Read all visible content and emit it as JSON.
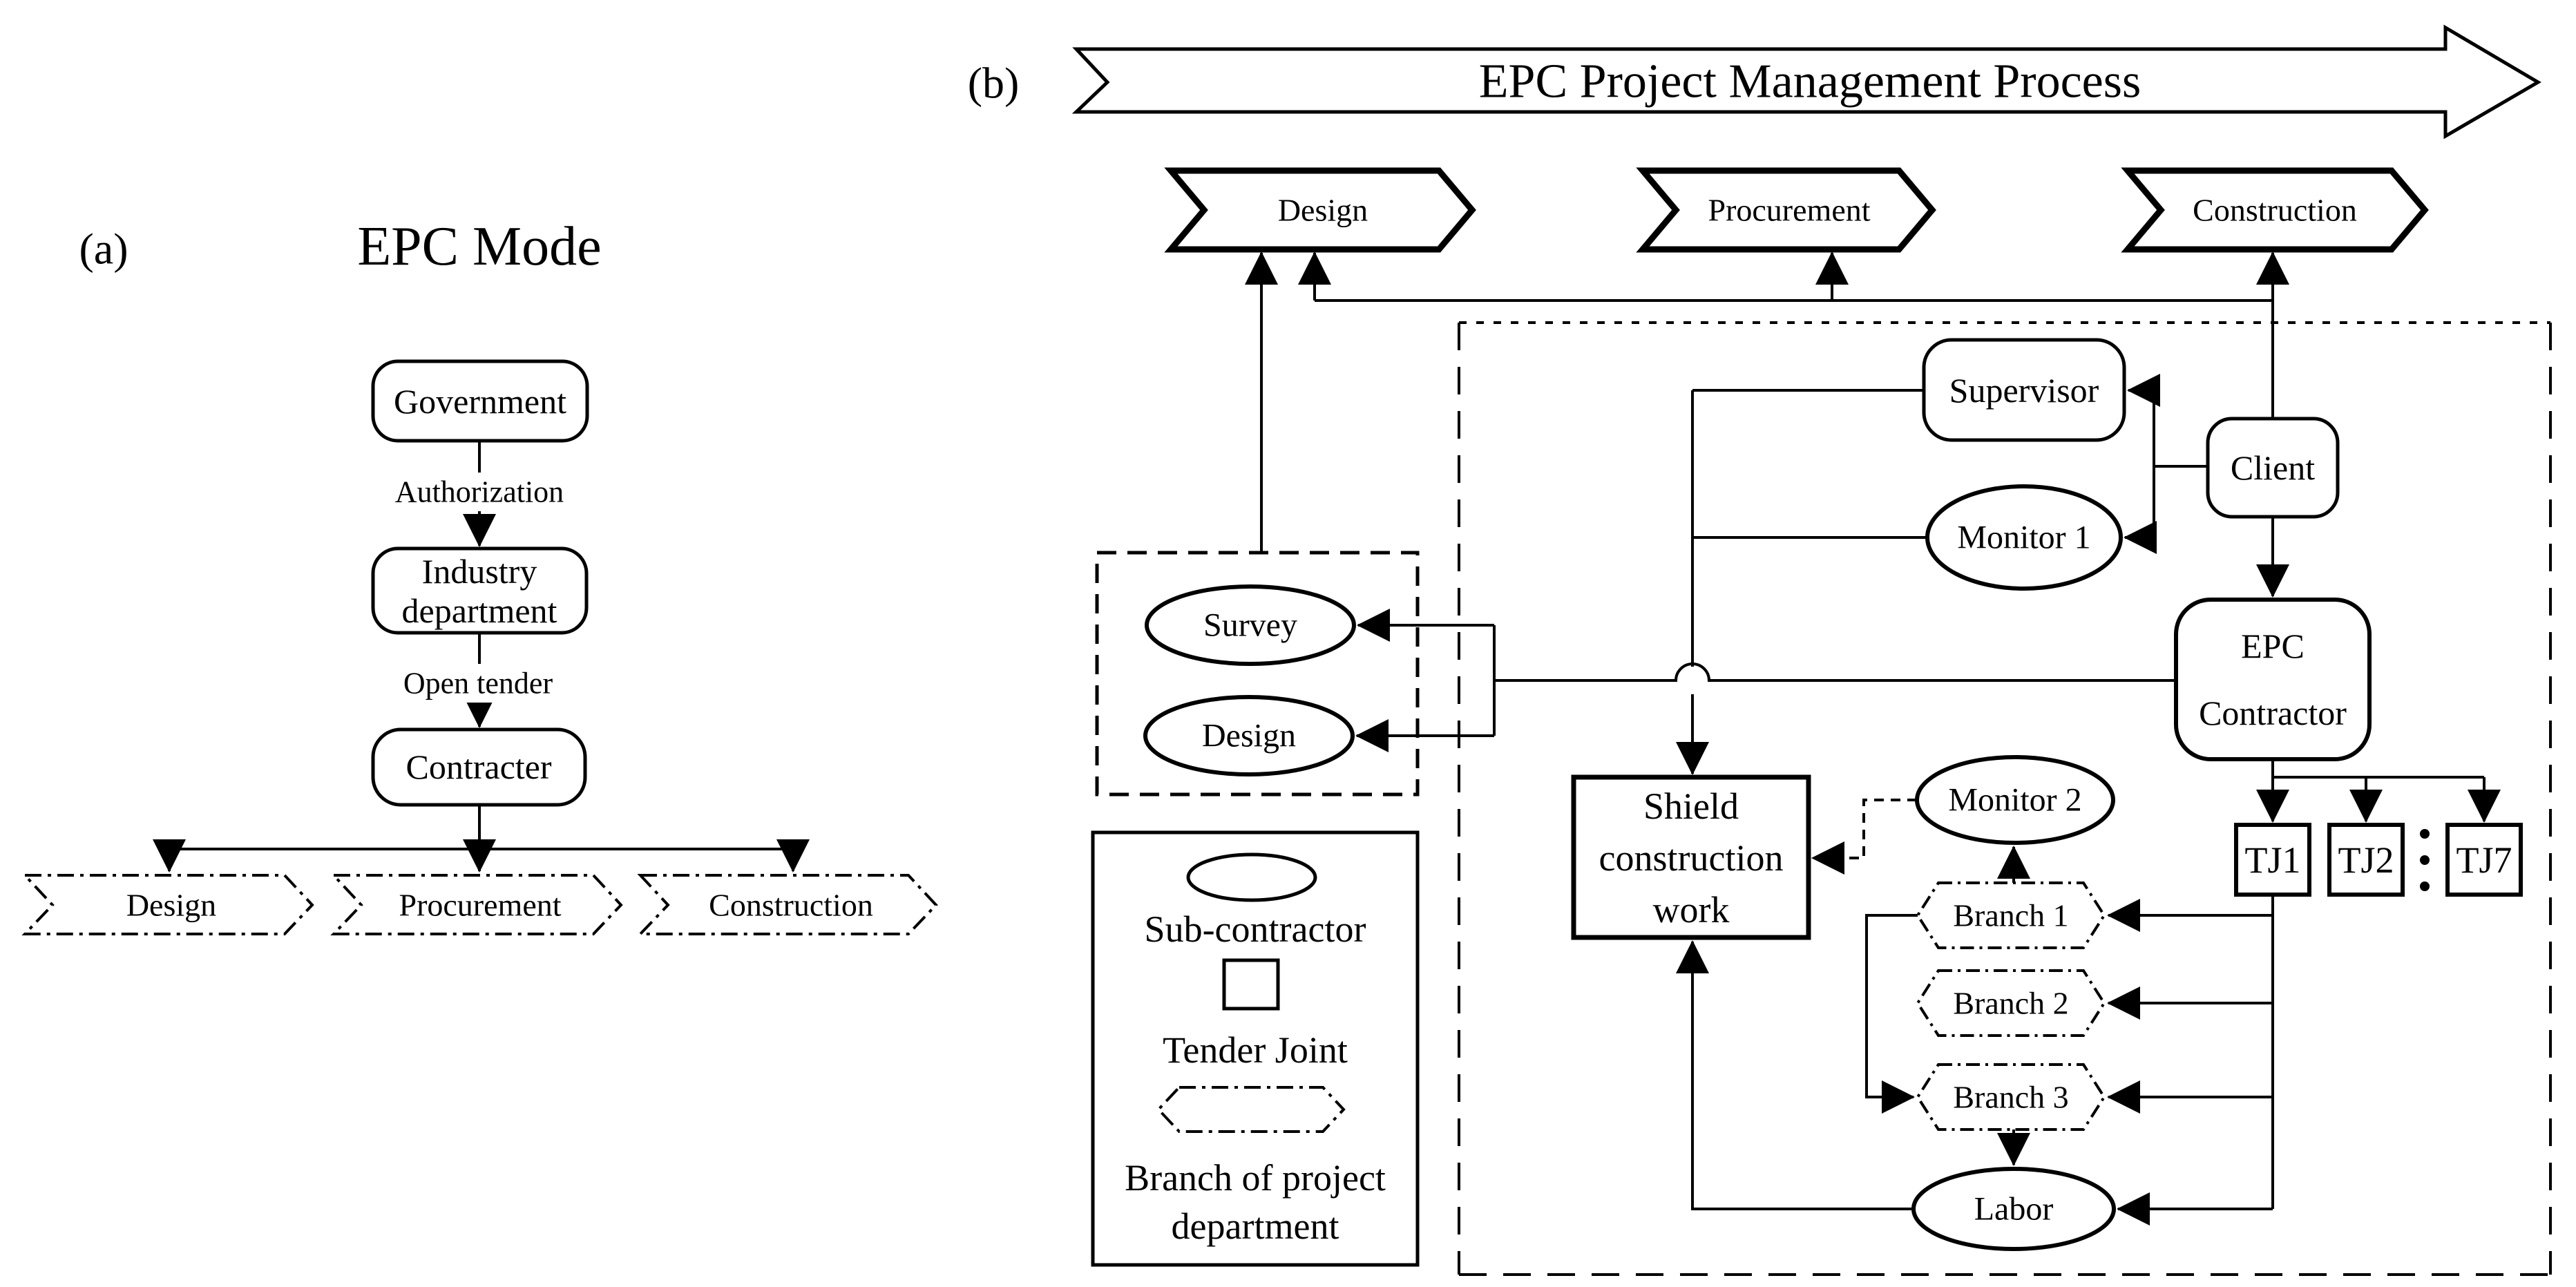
{
  "panel_a": {
    "label": "(a)",
    "title": "EPC Mode",
    "nodes": {
      "government": "Government",
      "industry_department": [
        "Industry",
        "department"
      ],
      "contracter": "Contracter"
    },
    "edge_labels": {
      "authorization": "Authorization",
      "open_tender": "Open tender"
    },
    "phases": [
      "Design",
      "Procurement",
      "Construction"
    ]
  },
  "panel_b": {
    "label": "(b)",
    "banner_title": "EPC Project Management Process",
    "phases": [
      "Design",
      "Procurement",
      "Construction"
    ],
    "nodes": {
      "supervisor": "Supervisor",
      "client": "Client",
      "monitor_1": "Monitor 1",
      "epc_contractor": [
        "EPC",
        "Contractor"
      ],
      "survey": "Survey",
      "design": "Design",
      "shield_construction_work": [
        "Shield",
        "construction",
        "work"
      ],
      "monitor_2": "Monitor 2",
      "tender_joints": [
        "TJ1",
        "TJ2",
        "TJ7"
      ],
      "branches": [
        "Branch 1",
        "Branch 2",
        "Branch 3"
      ],
      "labor": "Labor"
    },
    "legend": {
      "sub_contractor": "Sub-contractor",
      "tender_joint": "Tender Joint",
      "branch_of_project_department": [
        "Branch of project",
        "department"
      ]
    }
  },
  "colors": {
    "ink": "#000000",
    "paper": "#ffffff"
  }
}
